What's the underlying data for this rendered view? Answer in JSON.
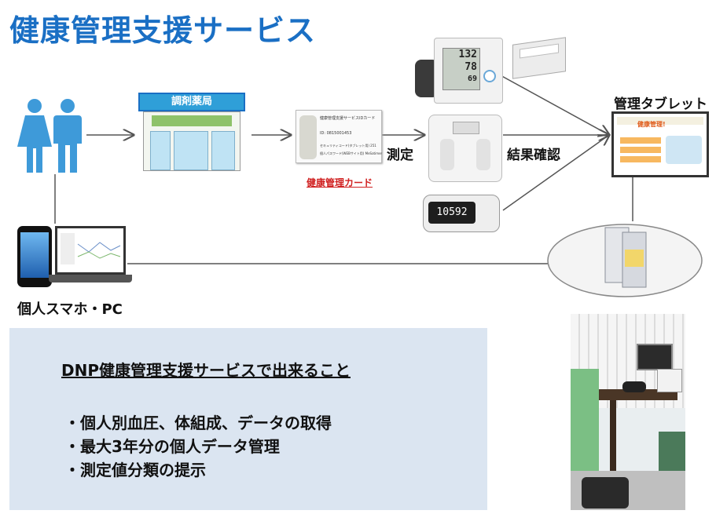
{
  "title": "健康管理支援サービス",
  "pharmacy": {
    "sign": "調剤薬局"
  },
  "card": {
    "label": "健康管理カード",
    "header": "健康管理支援サービスIDカード",
    "id_line": "ID: 0815001453",
    "note1": "セキュリティコード(タブレット用) 251",
    "note2": "個人パスワード(WEBサイト用) MeSatimer"
  },
  "labels": {
    "measure": "測定",
    "result_check": "結果確認",
    "tablet": "管理タブレット",
    "personal": "個人スマホ・PC"
  },
  "devices": {
    "bp_values": [
      "132",
      "78",
      "69"
    ],
    "pedometer_value": "10592"
  },
  "tablet_screen": {
    "banner": "健康管理!"
  },
  "info": {
    "heading": "DNP健康管理支援サービスで出来ること",
    "items": [
      "・個人別血圧、体組成、データの取得",
      "・最大3年分の個人データ管理",
      "・測定値分類の提示"
    ]
  },
  "colors": {
    "title": "#1a6fc4",
    "pharmacy_sign": "#2f9fd8",
    "red_label": "#d02020",
    "info_bg": "#dbe5f1",
    "person": "#3e9ad9"
  }
}
